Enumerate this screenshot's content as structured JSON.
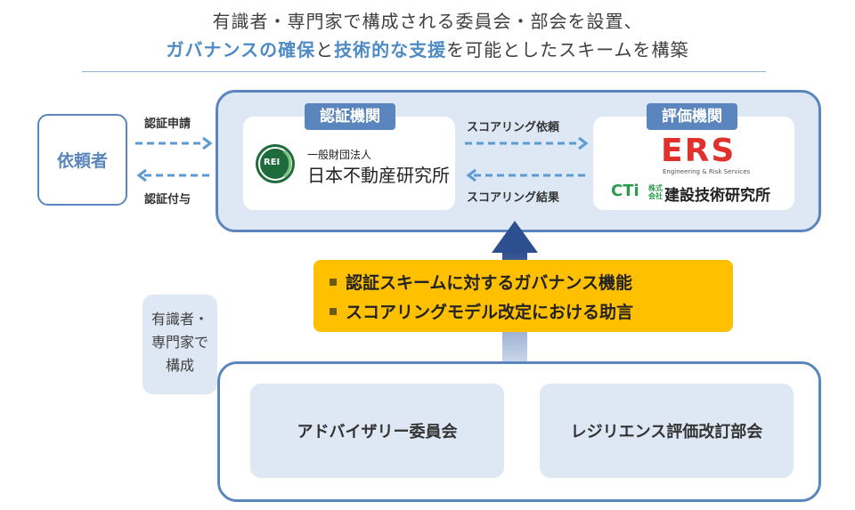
{
  "title": {
    "line1": "有識者・専門家で構成される委員会・部会を設置、",
    "line2_part1": "ガバナンスの確保",
    "line2_part2": "と",
    "line2_part3": "技術的な支援",
    "line2_part4": "を可能としたスキームを構築"
  },
  "requester": {
    "label": "依頼者"
  },
  "arrows": {
    "request_label": "認証申請",
    "grant_label": "認証付与",
    "scoring_request_label": "スコアリング依頼",
    "scoring_result_label": "スコアリング結果"
  },
  "certification_body": {
    "badge": "認証機関",
    "logo_text": "REI",
    "org_small": "一般財団法人",
    "org_name": "日本不動産研究所"
  },
  "evaluation_body": {
    "badge": "評価機関",
    "ers_logo": "ERS",
    "ers_sub": "Engineering & Risk Services",
    "cti_logo": "CTi",
    "cti_kaisha_1": "株式",
    "cti_kaisha_2": "会社",
    "cti_name": "建設技術研究所"
  },
  "governance": {
    "items": [
      "認証スキームに対するガバナンス機能",
      "スコアリングモデル改定における助言"
    ]
  },
  "expert_note": {
    "lines": [
      "有識者・",
      "専門家で",
      "構成"
    ]
  },
  "committees": {
    "advisory": "アドバイザリー委員会",
    "resilience": "レジリエンス評価改訂部会"
  },
  "colors": {
    "accent_blue": "#5a86bd",
    "light_blue": "#dde8f4",
    "yellow": "#ffc000",
    "arrow_navy": "#2e4f8f",
    "rei_green": "#1e6b3b",
    "ers_red": "#e0312d",
    "cti_green": "#2b9b4a"
  }
}
